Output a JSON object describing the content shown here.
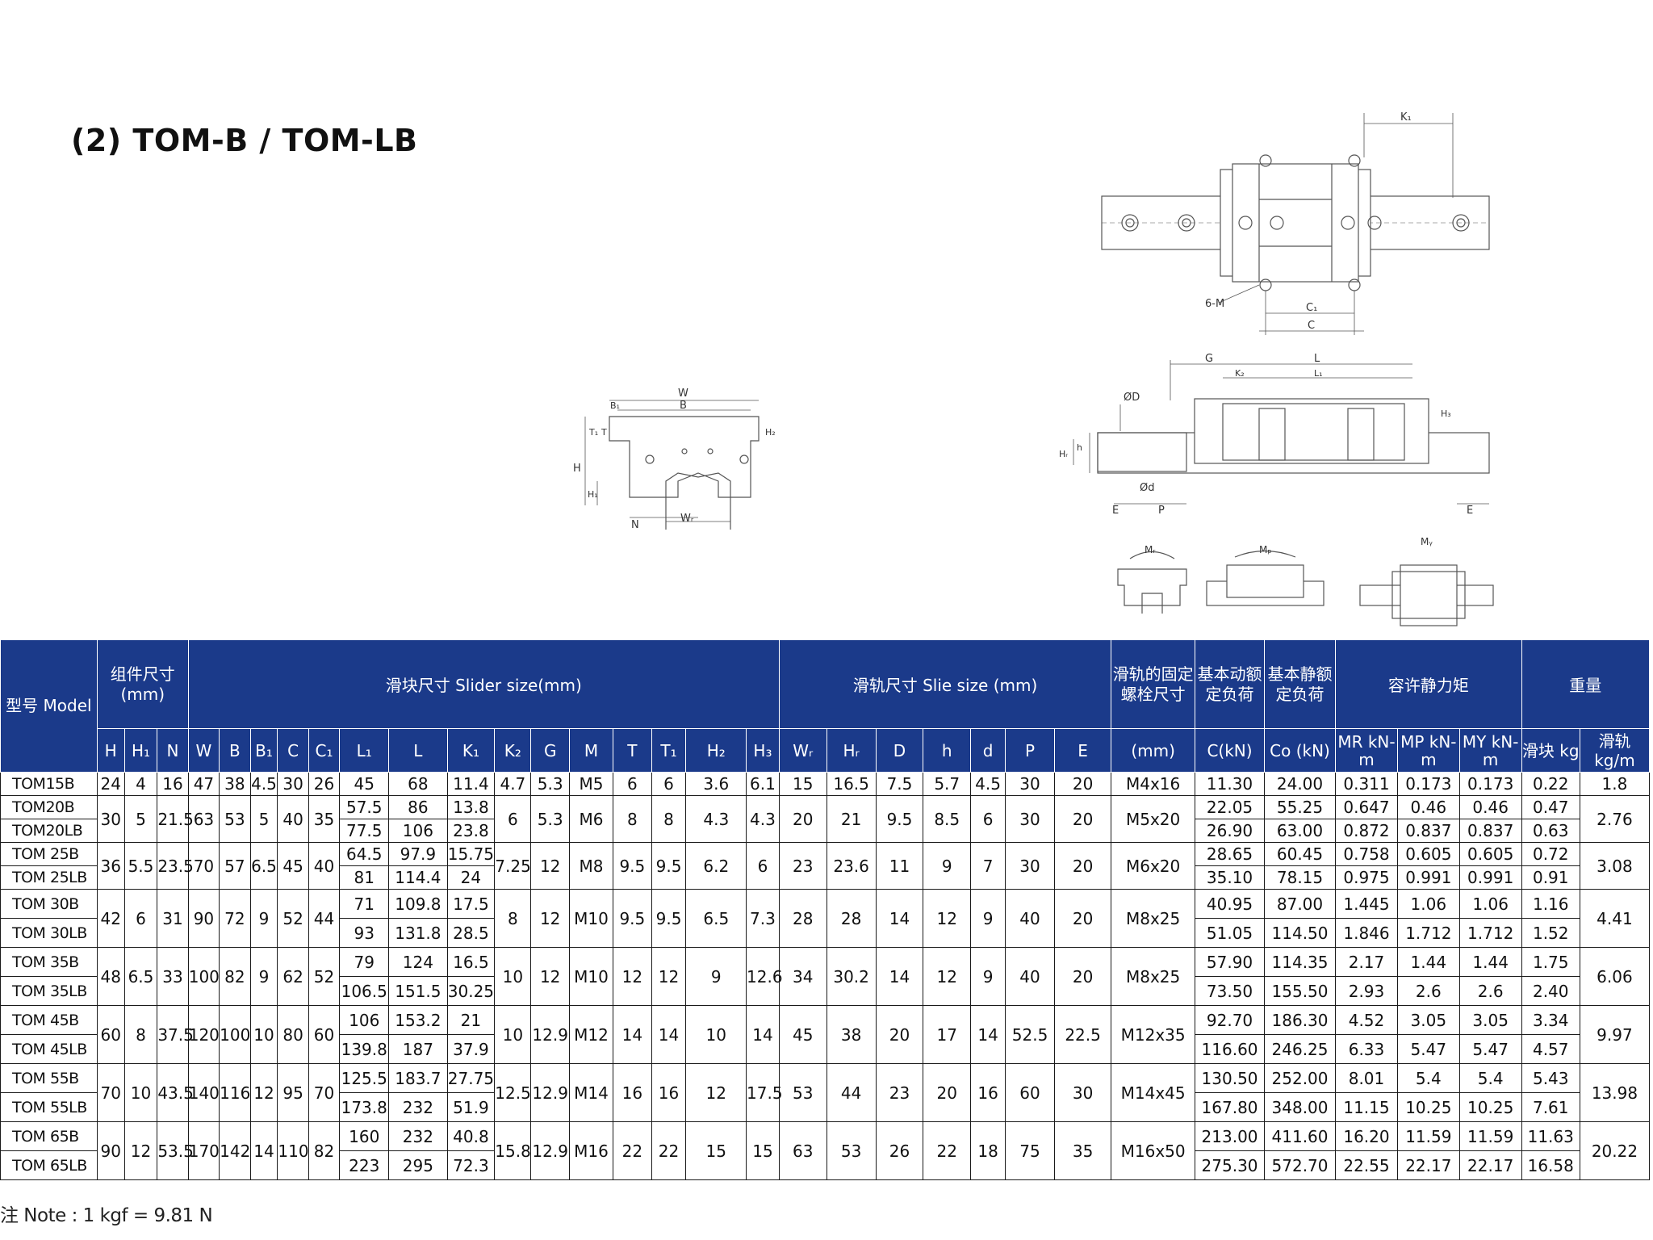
{
  "title": "(2) TOM-B / TOM-LB",
  "drawings": {
    "top_view": {
      "labels": [
        "K₁",
        "6-M",
        "C₁",
        "C"
      ]
    },
    "front_view": {
      "labels": [
        "W",
        "B",
        "B₁",
        "T",
        "T₁",
        "H₂",
        "H",
        "H₁",
        "N",
        "Wᵣ"
      ]
    },
    "side_view": {
      "labels": [
        "G",
        "L",
        "K₂",
        "L₁",
        "ØD",
        "H₃",
        "h",
        "Hᵣ",
        "Ød",
        "E",
        "P",
        "E"
      ]
    },
    "moments": {
      "labels": [
        "Mᵣ",
        "Mₚ",
        "Mᵧ"
      ]
    }
  },
  "table": {
    "group_headers": {
      "model": "型号 Model",
      "assembly": "组件尺寸 (mm)",
      "slider": "滑块尺寸 Slider size(mm)",
      "rail": "滑轨尺寸 Slie size (mm)",
      "bolt": "滑轨的固定螺栓尺寸",
      "dynamic_load": "基本动额定负荷",
      "static_load": "基本静额定负荷",
      "static_moment": "容许静力矩",
      "weight": "重量",
      "slider_weight": "滑块 kg",
      "rail_weight": "滑轨 kg/m"
    },
    "columns": {
      "assembly": [
        "H",
        "H₁",
        "N"
      ],
      "slider": [
        "W",
        "B",
        "B₁",
        "C",
        "C₁",
        "L₁",
        "L",
        "K₁",
        "K₂",
        "G",
        "M",
        "T",
        "T₁",
        "H₂",
        "H₃"
      ],
      "rail": [
        "Wᵣ",
        "Hᵣ",
        "D",
        "h",
        "d",
        "P",
        "E"
      ],
      "bolt": "(mm)",
      "dynamic_load": "C(kN)",
      "static_load": "Co (kN)",
      "moments": [
        "MR kN-m",
        "MP kN-m",
        "MY kN-m"
      ]
    },
    "groups": [
      {
        "models": [
          "TOM15B"
        ],
        "H": "24",
        "H1": "4",
        "N": "16",
        "W": "47",
        "B": "38",
        "B1": "4.5",
        "C": "30",
        "C1": "26",
        "L1": [
          "45"
        ],
        "L": [
          "68"
        ],
        "K1": [
          "11.4"
        ],
        "K2": "4.7",
        "G": "5.3",
        "M": "M5",
        "T": "6",
        "T1": "6",
        "H2": "3.6",
        "H3": "6.1",
        "WR": "15",
        "HR": "16.5",
        "D": "7.5",
        "h": "5.7",
        "d": "4.5",
        "P": "30",
        "E": "20",
        "bolt": "M4x16",
        "C_kN": [
          "11.30"
        ],
        "Co_kN": [
          "24.00"
        ],
        "MR": [
          "0.311"
        ],
        "MP": [
          "0.173"
        ],
        "MY": [
          "0.173"
        ],
        "slider_kg": [
          "0.22"
        ],
        "rail_kg": "1.8"
      },
      {
        "models": [
          "TOM20B",
          "TOM20LB"
        ],
        "H": "30",
        "H1": "5",
        "N": "21.5",
        "W": "63",
        "B": "53",
        "B1": "5",
        "C": "40",
        "C1": "35",
        "L1": [
          "57.5",
          "77.5"
        ],
        "L": [
          "86",
          "106"
        ],
        "K1": [
          "13.8",
          "23.8"
        ],
        "K2": "6",
        "G": "5.3",
        "M": "M6",
        "T": "8",
        "T1": "8",
        "H2": "4.3",
        "H3": "4.3",
        "WR": "20",
        "HR": "21",
        "D": "9.5",
        "h": "8.5",
        "d": "6",
        "P": "30",
        "E": "20",
        "bolt": "M5x20",
        "C_kN": [
          "22.05",
          "26.90"
        ],
        "Co_kN": [
          "55.25",
          "63.00"
        ],
        "MR": [
          "0.647",
          "0.872"
        ],
        "MP": [
          "0.46",
          "0.837"
        ],
        "MY": [
          "0.46",
          "0.837"
        ],
        "slider_kg": [
          "0.47",
          "0.63"
        ],
        "rail_kg": "2.76"
      },
      {
        "models": [
          "TOM 25B",
          "TOM 25LB"
        ],
        "H": "36",
        "H1": "5.5",
        "N": "23.5",
        "W": "70",
        "B": "57",
        "B1": "6.5",
        "C": "45",
        "C1": "40",
        "L1": [
          "64.5",
          "81"
        ],
        "L": [
          "97.9",
          "114.4"
        ],
        "K1": [
          "15.75",
          "24"
        ],
        "K2": "7.25",
        "G": "12",
        "M": "M8",
        "T": "9.5",
        "T1": "9.5",
        "H2": "6.2",
        "H3": "6",
        "WR": "23",
        "HR": "23.6",
        "D": "11",
        "h": "9",
        "d": "7",
        "P": "30",
        "E": "20",
        "bolt": "M6x20",
        "C_kN": [
          "28.65",
          "35.10"
        ],
        "Co_kN": [
          "60.45",
          "78.15"
        ],
        "MR": [
          "0.758",
          "0.975"
        ],
        "MP": [
          "0.605",
          "0.991"
        ],
        "MY": [
          "0.605",
          "0.991"
        ],
        "slider_kg": [
          "0.72",
          "0.91"
        ],
        "rail_kg": "3.08"
      },
      {
        "models": [
          "TOM 30B",
          "TOM 30LB"
        ],
        "H": "42",
        "H1": "6",
        "N": "31",
        "W": "90",
        "B": "72",
        "B1": "9",
        "C": "52",
        "C1": "44",
        "L1": [
          "71",
          "93"
        ],
        "L": [
          "109.8",
          "131.8"
        ],
        "K1": [
          "17.5",
          "28.5"
        ],
        "K2": "8",
        "G": "12",
        "M": "M10",
        "T": "9.5",
        "T1": "9.5",
        "H2": "6.5",
        "H3": "7.3",
        "WR": "28",
        "HR": "28",
        "D": "14",
        "h": "12",
        "d": "9",
        "P": "40",
        "E": "20",
        "bolt": "M8x25",
        "C_kN": [
          "40.95",
          "51.05"
        ],
        "Co_kN": [
          "87.00",
          "114.50"
        ],
        "MR": [
          "1.445",
          "1.846"
        ],
        "MP": [
          "1.06",
          "1.712"
        ],
        "MY": [
          "1.06",
          "1.712"
        ],
        "slider_kg": [
          "1.16",
          "1.52"
        ],
        "rail_kg": "4.41"
      },
      {
        "models": [
          "TOM 35B",
          "TOM 35LB"
        ],
        "H": "48",
        "H1": "6.5",
        "N": "33",
        "W": "100",
        "B": "82",
        "B1": "9",
        "C": "62",
        "C1": "52",
        "L1": [
          "79",
          "106.5"
        ],
        "L": [
          "124",
          "151.5"
        ],
        "K1": [
          "16.5",
          "30.25"
        ],
        "K2": "10",
        "G": "12",
        "M": "M10",
        "T": "12",
        "T1": "12",
        "H2": "9",
        "H3": "12.6",
        "WR": "34",
        "HR": "30.2",
        "D": "14",
        "h": "12",
        "d": "9",
        "P": "40",
        "E": "20",
        "bolt": "M8x25",
        "C_kN": [
          "57.90",
          "73.50"
        ],
        "Co_kN": [
          "114.35",
          "155.50"
        ],
        "MR": [
          "2.17",
          "2.93"
        ],
        "MP": [
          "1.44",
          "2.6"
        ],
        "MY": [
          "1.44",
          "2.6"
        ],
        "slider_kg": [
          "1.75",
          "2.40"
        ],
        "rail_kg": "6.06"
      },
      {
        "models": [
          "TOM 45B",
          "TOM 45LB"
        ],
        "H": "60",
        "H1": "8",
        "N": "37.5",
        "W": "120",
        "B": "100",
        "B1": "10",
        "C": "80",
        "C1": "60",
        "L1": [
          "106",
          "139.8"
        ],
        "L": [
          "153.2",
          "187"
        ],
        "K1": [
          "21",
          "37.9"
        ],
        "K2": "10",
        "G": "12.9",
        "M": "M12",
        "T": "14",
        "T1": "14",
        "H2": "10",
        "H3": "14",
        "WR": "45",
        "HR": "38",
        "D": "20",
        "h": "17",
        "d": "14",
        "P": "52.5",
        "E": "22.5",
        "bolt": "M12x35",
        "C_kN": [
          "92.70",
          "116.60"
        ],
        "Co_kN": [
          "186.30",
          "246.25"
        ],
        "MR": [
          "4.52",
          "6.33"
        ],
        "MP": [
          "3.05",
          "5.47"
        ],
        "MY": [
          "3.05",
          "5.47"
        ],
        "slider_kg": [
          "3.34",
          "4.57"
        ],
        "rail_kg": "9.97"
      },
      {
        "models": [
          "TOM 55B",
          "TOM 55LB"
        ],
        "H": "70",
        "H1": "10",
        "N": "43.5",
        "W": "140",
        "B": "116",
        "B1": "12",
        "C": "95",
        "C1": "70",
        "L1": [
          "125.5",
          "173.8"
        ],
        "L": [
          "183.7",
          "232"
        ],
        "K1": [
          "27.75",
          "51.9"
        ],
        "K2": "12.5",
        "G": "12.9",
        "M": "M14",
        "T": "16",
        "T1": "16",
        "H2": "12",
        "H3": "17.5",
        "WR": "53",
        "HR": "44",
        "D": "23",
        "h": "20",
        "d": "16",
        "P": "60",
        "E": "30",
        "bolt": "M14x45",
        "C_kN": [
          "130.50",
          "167.80"
        ],
        "Co_kN": [
          "252.00",
          "348.00"
        ],
        "MR": [
          "8.01",
          "11.15"
        ],
        "MP": [
          "5.4",
          "10.25"
        ],
        "MY": [
          "5.4",
          "10.25"
        ],
        "slider_kg": [
          "5.43",
          "7.61"
        ],
        "rail_kg": "13.98"
      },
      {
        "models": [
          "TOM 65B",
          "TOM 65LB"
        ],
        "H": "90",
        "H1": "12",
        "N": "53.5",
        "W": "170",
        "B": "142",
        "B1": "14",
        "C": "110",
        "C1": "82",
        "L1": [
          "160",
          "223"
        ],
        "L": [
          "232",
          "295"
        ],
        "K1": [
          "40.8",
          "72.3"
        ],
        "K2": "15.8",
        "G": "12.9",
        "M": "M16",
        "T": "22",
        "T1": "22",
        "H2": "15",
        "H3": "15",
        "WR": "63",
        "HR": "53",
        "D": "26",
        "h": "22",
        "d": "18",
        "P": "75",
        "E": "35",
        "bolt": "M16x50",
        "C_kN": [
          "213.00",
          "275.30"
        ],
        "Co_kN": [
          "411.60",
          "572.70"
        ],
        "MR": [
          "16.20",
          "22.55"
        ],
        "MP": [
          "11.59",
          "22.17"
        ],
        "MY": [
          "11.59",
          "22.17"
        ],
        "slider_kg": [
          "11.63",
          "16.58"
        ],
        "rail_kg": "20.22"
      }
    ]
  },
  "note": "注 Note : 1 kgf = 9.81 N"
}
